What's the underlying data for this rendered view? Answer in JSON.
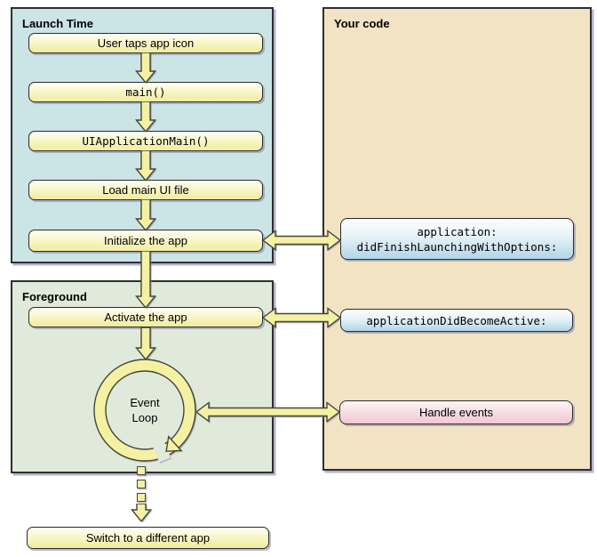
{
  "panels": {
    "launch_time": {
      "title": "Launch Time",
      "bg": "#cbe4e6"
    },
    "your_code": {
      "title": "Your code",
      "bg": "#f2e3c5"
    },
    "foreground": {
      "title": "Foreground",
      "bg": "#dfeada"
    }
  },
  "launch_steps": [
    {
      "label": "User taps app icon"
    },
    {
      "label": "main()"
    },
    {
      "label": "UIApplicationMain()"
    },
    {
      "label": "Load main UI file"
    },
    {
      "label": "Initialize the app"
    }
  ],
  "foreground": {
    "activate_label": "Activate the app",
    "event_loop": {
      "line1": "Event",
      "line2": "Loop"
    }
  },
  "your_code": {
    "callbacks": [
      {
        "line1": "application:",
        "line2": "didFinishLaunchingWithOptions:"
      },
      {
        "label": "applicationDidBecomeActive:"
      },
      {
        "label": "Handle events"
      }
    ]
  },
  "exit_step": {
    "label": "Switch to a different app"
  },
  "colors": {
    "launch_panel_bg": "#cbe4e6",
    "your_code_panel_bg": "#f2e3c5",
    "foreground_panel_bg": "#dfeada",
    "yellow_box_bottom": "#efec9d",
    "blue_box_bottom": "#b0d5e6",
    "pink_box_bottom": "#f1c8d2",
    "arrow_fill": "#f4f1a3",
    "border": "#2b2b2b"
  }
}
